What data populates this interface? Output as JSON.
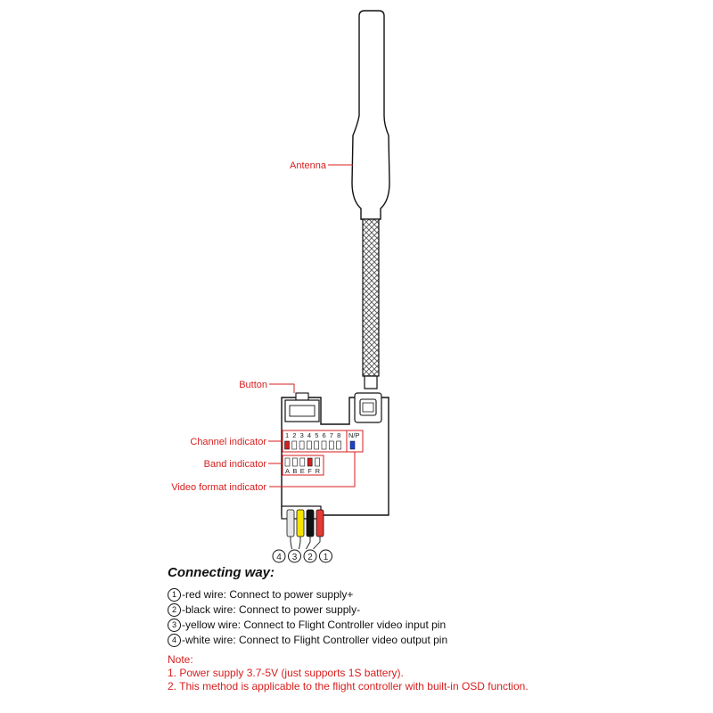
{
  "labels": {
    "antenna": "Antenna",
    "button": "Button",
    "channel_indicator": "Channel indicator",
    "band_indicator": "Band indicator",
    "video_format_indicator": "Video format indicator"
  },
  "channel_numbers": [
    "1",
    "2",
    "3",
    "4",
    "5",
    "6",
    "7",
    "8"
  ],
  "np_label": "N/P",
  "band_letters": [
    "A",
    "B",
    "E",
    "F",
    "R"
  ],
  "connector_numbers": [
    "4",
    "3",
    "2",
    "1"
  ],
  "connecting": {
    "heading": "Connecting way:",
    "wires": [
      {
        "num": "1",
        "text": "-red wire:  Connect to power supply+"
      },
      {
        "num": "2",
        "text": "-black wire:  Connect to power supply-"
      },
      {
        "num": "3",
        "text": "-yellow wire:  Connect to Flight Controller video input pin"
      },
      {
        "num": "4",
        "text": "-white wire:  Connect to Flight Controller video output pin"
      }
    ]
  },
  "notes": {
    "title": "Note:",
    "items": [
      "1. Power supply 3.7-5V (just supports 1S battery).",
      "2. This method is applicable to the flight controller with built-in OSD function."
    ]
  },
  "colors": {
    "callout": "#d81e1e",
    "red_wire": "#e53935",
    "black_wire": "#111111",
    "yellow_wire": "#f5e400",
    "white_wire": "#e6e6e6",
    "np_indicator": "#1f3fd1"
  }
}
